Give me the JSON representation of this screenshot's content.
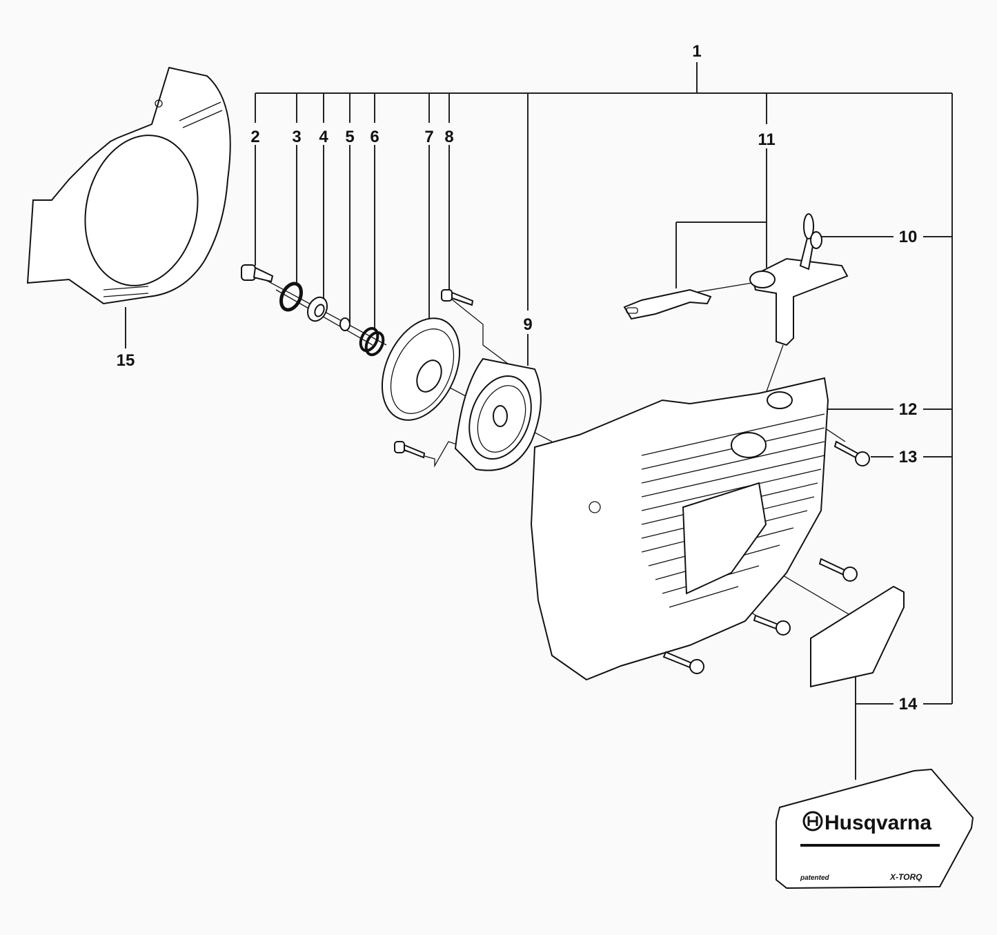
{
  "diagram": {
    "callouts": {
      "c1": "1",
      "c2": "2",
      "c3": "3",
      "c4": "4",
      "c5": "5",
      "c6": "6",
      "c7": "7",
      "c8": "8",
      "c9": "9",
      "c10": "10",
      "c11": "11",
      "c12": "12",
      "c13": "13",
      "c14": "14",
      "c15": "15"
    },
    "decal": {
      "brand": "Husqvarna",
      "small_left": "patented",
      "small_right": "X-TORQ"
    }
  }
}
